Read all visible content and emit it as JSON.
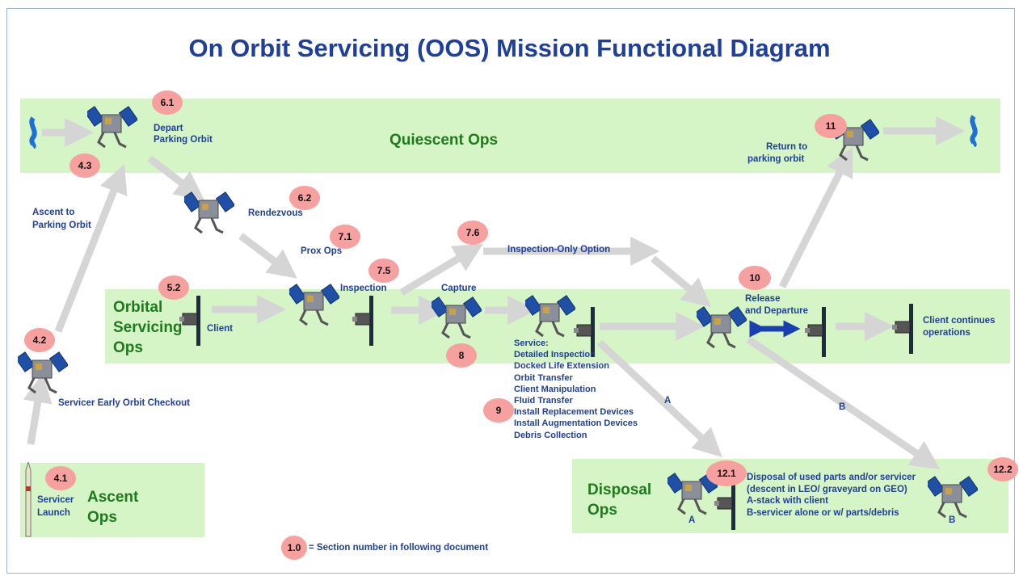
{
  "title": "On Orbit Servicing (OOS) Mission Functional Diagram",
  "bands": {
    "quiescent": "Quiescent Ops",
    "orbital_line1": "Orbital",
    "orbital_line2": "Servicing",
    "orbital_line3": "Ops",
    "disposal_line1": "Disposal",
    "disposal_line2": "Ops",
    "ascent_line1": "Ascent",
    "ascent_line2": "Ops"
  },
  "labels": {
    "depart_1": "Depart",
    "depart_2": "Parking Orbit",
    "ascent_1": "Ascent to",
    "ascent_2": "Parking Orbit",
    "rendezvous": "Rendezvous",
    "prox_ops": "Prox Ops",
    "inspection": "Inspection",
    "inspection_only": "Inspection-Only Option",
    "capture": "Capture",
    "client": "Client",
    "return_1": "Return to",
    "return_2": "parking orbit",
    "release_1": "Release",
    "release_2": "and Departure",
    "client_continues_1": "Client continues",
    "client_continues_2": "operations",
    "early_checkout": "Servicer Early Orbit Checkout",
    "launch_1": "Servicer",
    "launch_2": "Launch",
    "path_a": "A",
    "path_b": "B",
    "disposal_a": "A",
    "disposal_b": "B",
    "legend": "= Section number in following document"
  },
  "service": {
    "header": "Service:",
    "items": [
      "Detailed Inspection",
      "Docked Life Extension",
      "Orbit Transfer",
      "Client Manipulation",
      "Fluid Transfer",
      "Install Replacement Devices",
      "Install Augmentation Devices",
      "Debris Collection"
    ]
  },
  "disposal_text": [
    "Disposal of used parts and/or servicer",
    "(descent in LEO/ graveyard on GEO)",
    "A-stack with client",
    "B-servicer alone or w/ parts/debris"
  ],
  "badges": {
    "b61": "6.1",
    "b43": "4.3",
    "b62": "6.2",
    "b71": "7.1",
    "b75": "7.5",
    "b76": "7.6",
    "b52": "5.2",
    "b8": "8",
    "b9": "9",
    "b10": "10",
    "b11": "11",
    "b42": "4.2",
    "b41": "4.1",
    "b121": "12.1",
    "b122": "12.2",
    "b10legend": "1.0"
  },
  "colors": {
    "title": "#1f3f99",
    "band_fill": "#d6f5c6",
    "band_text": "#1f7a1f",
    "label_text": "#1f3f99",
    "badge_fill": "#f6a0a0",
    "arrow_gray": "#d5d5d5",
    "release_arrow": "#1a3fb0",
    "orbit_marker": "#1f6fd6"
  }
}
